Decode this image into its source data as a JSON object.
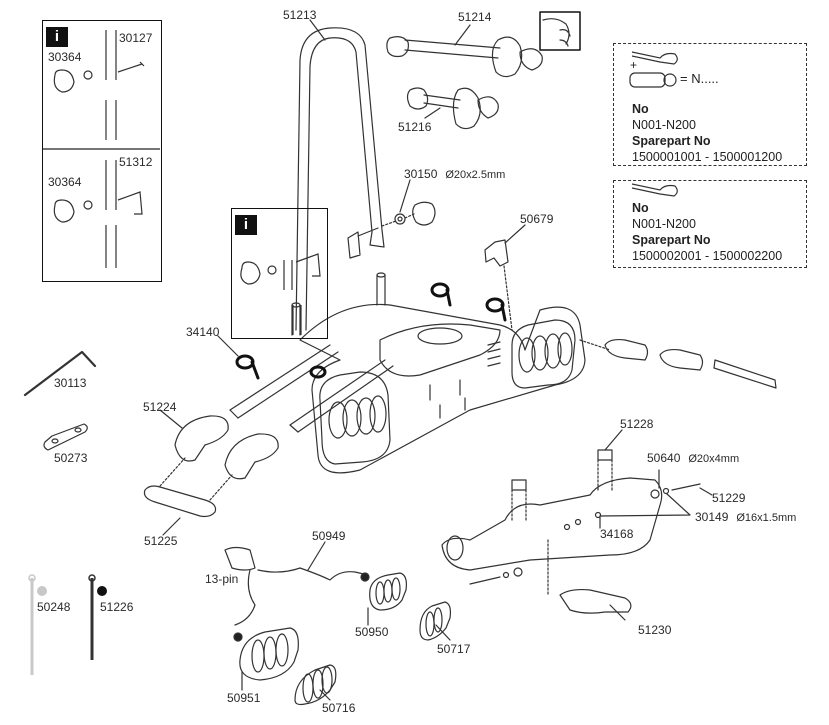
{
  "diagram": {
    "type": "exploded parts diagram",
    "part_labels": {
      "p51213": "51213",
      "p51214": "51214",
      "p51216": "51216",
      "p30150": "30150",
      "p30150_dim": "Ø20x2.5mm",
      "p50679": "50679",
      "p34140": "34140",
      "p30113": "30113",
      "p50273": "50273",
      "p51224": "51224",
      "p51225": "51225",
      "p51228": "51228",
      "p50640": "50640",
      "p50640_dim": "Ø20x4mm",
      "p51229": "51229",
      "p30149": "30149",
      "p30149_dim": "Ø16x1.5mm",
      "p34168": "34168",
      "p51230": "51230",
      "p50949": "50949",
      "p13pin": "13-pin",
      "p50950": "50950",
      "p50951": "50951",
      "p50716": "50716",
      "p50717": "50717",
      "p50248": "50248",
      "p51226": "51226"
    },
    "info_box_top_left": {
      "badge": "i",
      "upper": {
        "knob": "30364",
        "bolt": "30127"
      },
      "lower": {
        "knob": "30364",
        "pin": "51312"
      }
    },
    "info_box_center": {
      "badge": "i"
    },
    "key_box_1": {
      "plus": "+",
      "equals": "= N.....",
      "no_heading": "No",
      "no_range": "N001-N200",
      "sparepart_heading": "Sparepart No",
      "sparepart_range": "1500001001 - 1500001200"
    },
    "key_box_2": {
      "no_heading": "No",
      "no_range": "N001-N200",
      "sparepart_heading": "Sparepart No",
      "sparepart_range": "1500002001 - 1500002200"
    },
    "colors": {
      "cable_tie_light": "#c8c8c8",
      "cable_tie_dark": "#111111",
      "line": "#333333"
    }
  }
}
